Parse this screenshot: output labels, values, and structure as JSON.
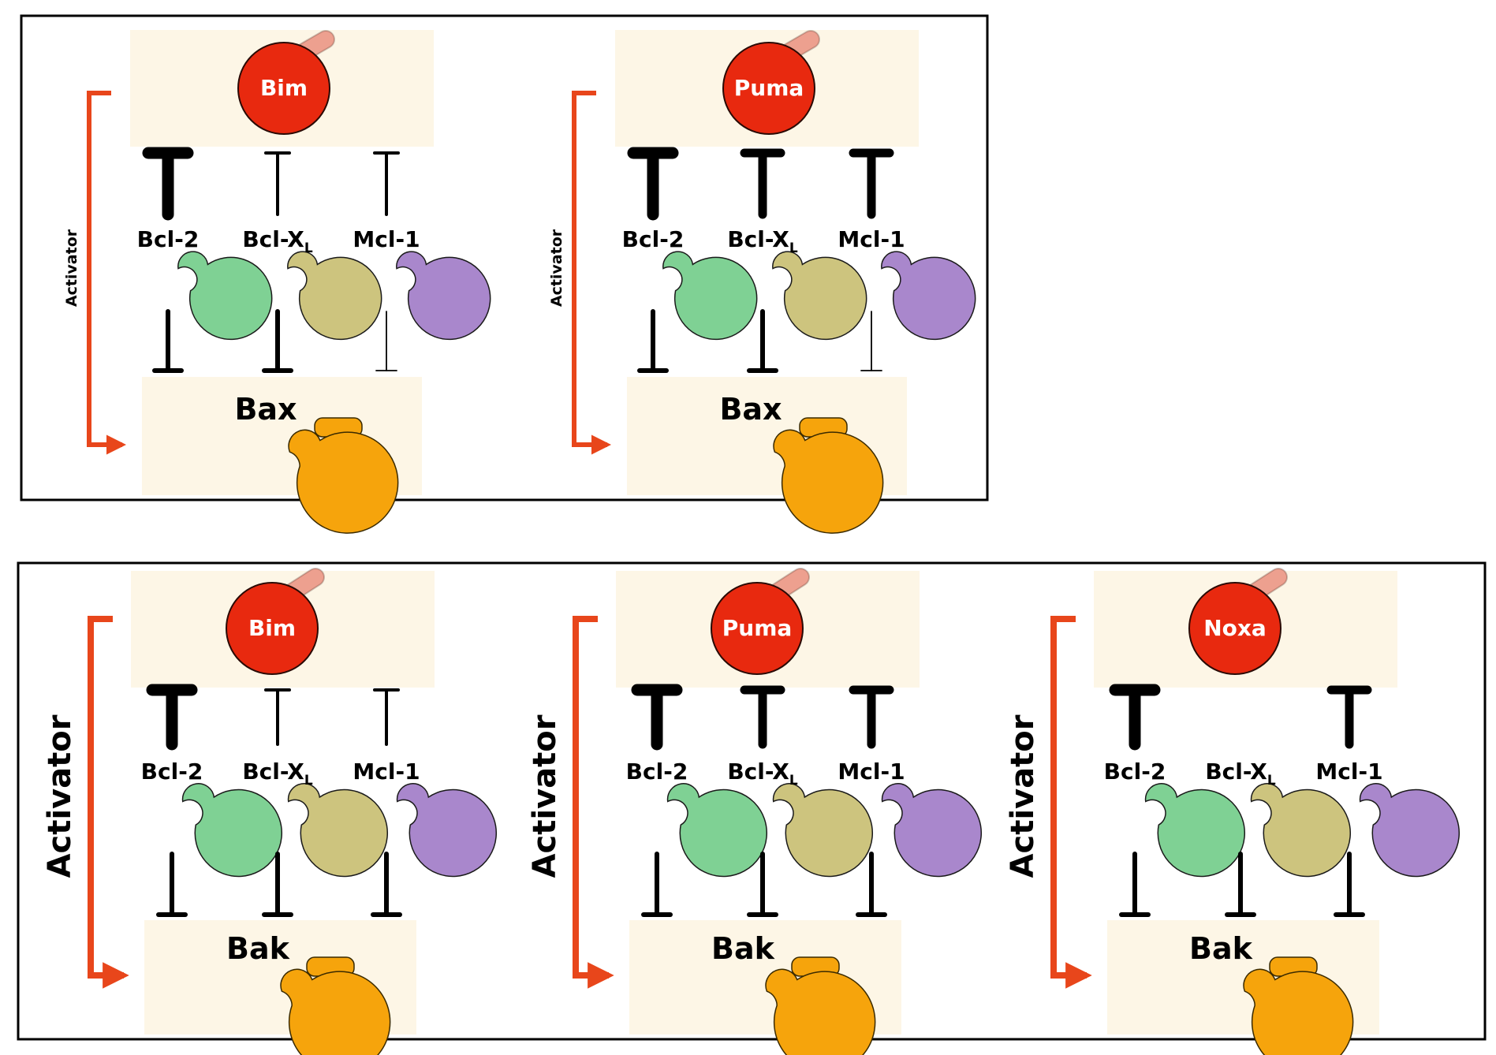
{
  "colors": {
    "box_fill": "#fdf6e6",
    "frame": "#000000",
    "activator_arrow": "#e8461b",
    "bh3": "#e8290f",
    "bh3_tail": "#eda08f",
    "bh3_text": "#ffffff",
    "bcl2": "#7fd194",
    "bclxl": "#cdc47e",
    "mcl1": "#a987cc",
    "effector": "#f6a40c",
    "inhibit": "#000000"
  },
  "panels": [
    {
      "name": "bax-panel",
      "scale": "small",
      "modules": [
        {
          "bh3": "Bim",
          "activator": "Activator",
          "effector": "Bax",
          "antiapoptotic": [
            {
              "kind": "bcl2",
              "label": "Bcl-2",
              "top_strength": "strong",
              "bottom_strength": "medium"
            },
            {
              "kind": "bclxl",
              "label": "Bcl-X",
              "sub": "L",
              "top_strength": "thin",
              "bottom_strength": "medium"
            },
            {
              "kind": "mcl1",
              "label": "Mcl-1",
              "top_strength": "thin",
              "bottom_strength": "hair"
            }
          ]
        },
        {
          "bh3": "Puma",
          "activator": "Activator",
          "effector": "Bax",
          "antiapoptotic": [
            {
              "kind": "bcl2",
              "label": "Bcl-2",
              "top_strength": "strong",
              "bottom_strength": "medium"
            },
            {
              "kind": "bclxl",
              "label": "Bcl-X",
              "sub": "L",
              "top_strength": "bold",
              "bottom_strength": "medium"
            },
            {
              "kind": "mcl1",
              "label": "Mcl-1",
              "top_strength": "bold",
              "bottom_strength": "hair"
            }
          ]
        }
      ]
    },
    {
      "name": "bak-panel",
      "scale": "large",
      "modules": [
        {
          "bh3": "Bim",
          "activator": "Activator",
          "effector": "Bak",
          "antiapoptotic": [
            {
              "kind": "bcl2",
              "label": "Bcl-2",
              "top_strength": "strong",
              "bottom_strength": "medium"
            },
            {
              "kind": "bclxl",
              "label": "Bcl-X",
              "sub": "L",
              "top_strength": "thin",
              "bottom_strength": "medium"
            },
            {
              "kind": "mcl1",
              "label": "Mcl-1",
              "top_strength": "thin",
              "bottom_strength": "medium"
            }
          ]
        },
        {
          "bh3": "Puma",
          "activator": "Activator",
          "effector": "Bak",
          "antiapoptotic": [
            {
              "kind": "bcl2",
              "label": "Bcl-2",
              "top_strength": "strong",
              "bottom_strength": "medium"
            },
            {
              "kind": "bclxl",
              "label": "Bcl-X",
              "sub": "L",
              "top_strength": "bold",
              "bottom_strength": "medium"
            },
            {
              "kind": "mcl1",
              "label": "Mcl-1",
              "top_strength": "bold",
              "bottom_strength": "medium"
            }
          ]
        },
        {
          "bh3": "Noxa",
          "activator": "Activator",
          "effector": "Bak",
          "antiapoptotic": [
            {
              "kind": "bcl2",
              "label": "Bcl-2",
              "top_strength": "strong",
              "bottom_strength": "medium"
            },
            {
              "kind": "bclxl",
              "label": "Bcl-X",
              "sub": "L",
              "top_strength": "none",
              "bottom_strength": "medium"
            },
            {
              "kind": "mcl1",
              "label": "Mcl-1",
              "top_strength": "bold",
              "bottom_strength": "medium"
            }
          ]
        }
      ]
    }
  ]
}
